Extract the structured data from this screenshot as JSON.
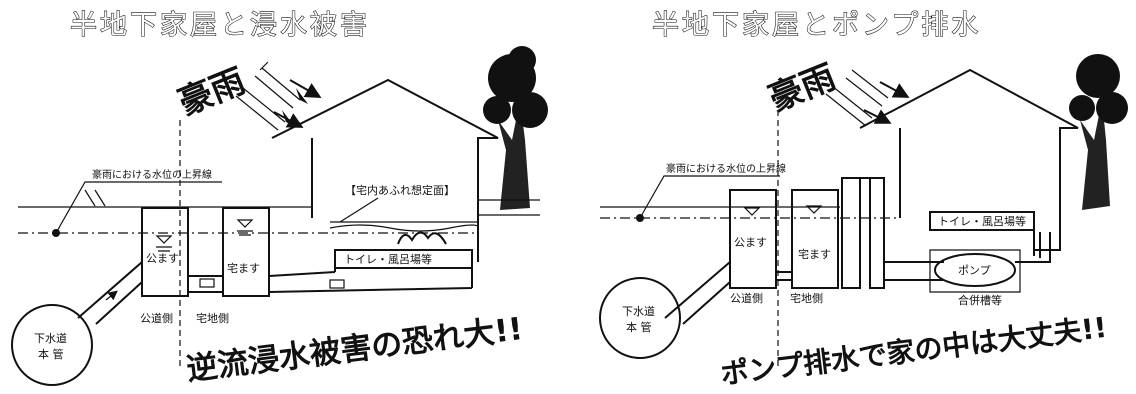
{
  "left_panel": {
    "title": "半地下家屋と浸水被害",
    "rain_label": "豪雨",
    "water_line_label": "豪雨における水位の上昇線",
    "overflow_label": "【宅内あふれ想定面】",
    "box_public": "公ます",
    "box_house": "宅ます",
    "toilet_label": "トイレ・風呂場等",
    "side_public": "公道側",
    "side_house": "宅地側",
    "main_pipe_line1": "下水道",
    "main_pipe_line2": "本 管",
    "headline": "逆流浸水被害の恐れ大!!"
  },
  "right_panel": {
    "title": "半地下家屋とポンプ排水",
    "rain_label": "豪雨",
    "water_line_label": "豪雨における水位の上昇線",
    "box_public": "公ます",
    "box_house": "宅ます",
    "toilet_label": "トイレ・風呂場等",
    "pump_label": "ポンプ",
    "tank_label": "合併槽等",
    "side_public": "公道側",
    "side_house": "宅地側",
    "main_pipe_line1": "下水道",
    "main_pipe_line2": "本 管",
    "headline": "ポンプ排水で家の中は大丈夫!!"
  }
}
